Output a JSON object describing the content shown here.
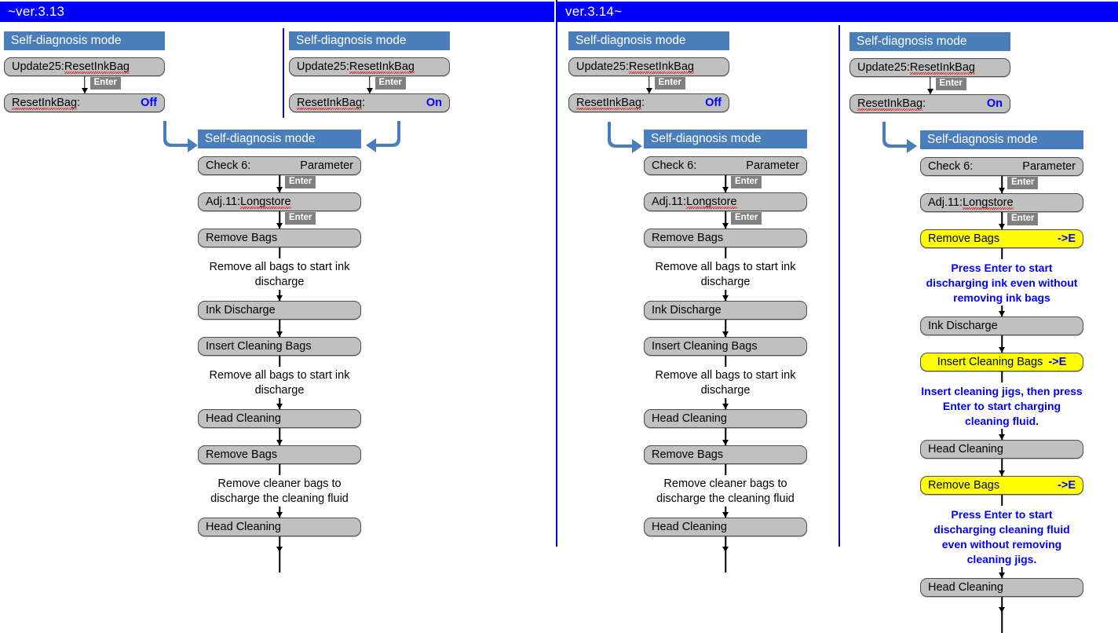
{
  "panels": [
    {
      "id": "left",
      "version_label": "~ver.3.13",
      "columns": [
        {
          "id": "left-off",
          "mode_title": "Self-diagnosis mode",
          "steps": [
            {
              "type": "lcd",
              "left": "Update25: ",
              "squiggle": "ResetInkBag",
              "right": ""
            },
            {
              "type": "conn",
              "enter": "Enter"
            },
            {
              "type": "lcd",
              "left_squiggle": "ResetInkBag",
              "left_tail": ":",
              "right": "Off"
            }
          ]
        },
        {
          "id": "left-on",
          "mode_title": "Self-diagnosis mode",
          "steps": [
            {
              "type": "lcd",
              "left": "Update25: ",
              "squiggle": "ResetInkBag",
              "right": ""
            },
            {
              "type": "conn",
              "enter": "Enter"
            },
            {
              "type": "lcd",
              "left_squiggle": "ResetInkBag",
              "left_tail": ":",
              "right": "On"
            }
          ]
        },
        {
          "id": "left-merged",
          "mode_title": "Self-diagnosis mode",
          "steps": [
            {
              "type": "lcd",
              "left": "Check  6:",
              "mid": "",
              "right_plain": "Parameter"
            },
            {
              "type": "conn",
              "enter": "Enter"
            },
            {
              "type": "lcd",
              "left": "Adj.11: ",
              "squiggle": "Longstore",
              "right": ""
            },
            {
              "type": "conn",
              "enter": "Enter"
            },
            {
              "type": "lcd",
              "left": "Remove Bags",
              "right": ""
            },
            {
              "type": "caption",
              "text": "Remove all bags to start ink discharge"
            },
            {
              "type": "lcd",
              "left": "Ink Discharge",
              "right": ""
            },
            {
              "type": "conn",
              "enter": ""
            },
            {
              "type": "lcd",
              "left": "Insert Cleaning Bags",
              "right": ""
            },
            {
              "type": "caption",
              "text": "Remove all bags to start ink discharge"
            },
            {
              "type": "lcd",
              "left": "Head Cleaning",
              "right": ""
            },
            {
              "type": "conn",
              "enter": ""
            },
            {
              "type": "lcd",
              "left": "Remove Bags",
              "right": ""
            },
            {
              "type": "caption",
              "text": "Remove cleaner bags to discharge the cleaning fluid"
            },
            {
              "type": "lcd",
              "left": "Head Cleaning",
              "right": ""
            },
            {
              "type": "conn-tail"
            }
          ]
        }
      ]
    },
    {
      "id": "right",
      "version_label": "ver.3.14~",
      "columns": [
        {
          "id": "right-off",
          "mode_title": "Self-diagnosis mode",
          "steps": [
            {
              "type": "lcd",
              "left": "Update25: ",
              "squiggle": "ResetInkBag",
              "right": ""
            },
            {
              "type": "conn",
              "enter": "Enter"
            },
            {
              "type": "lcd",
              "left_squiggle": "ResetInkBag",
              "left_tail": ":",
              "right": "Off"
            }
          ]
        },
        {
          "id": "right-off-flow",
          "mode_title": "Self-diagnosis mode",
          "steps": [
            {
              "type": "lcd",
              "left": "Check  6:",
              "right_plain": "Parameter"
            },
            {
              "type": "conn",
              "enter": "Enter"
            },
            {
              "type": "lcd",
              "left": "Adj.11: ",
              "squiggle": "Longstore",
              "right": ""
            },
            {
              "type": "conn",
              "enter": "Enter"
            },
            {
              "type": "lcd",
              "left": "Remove Bags",
              "right": ""
            },
            {
              "type": "caption",
              "text": "Remove all bags to start ink discharge"
            },
            {
              "type": "lcd",
              "left": "Ink Discharge",
              "right": ""
            },
            {
              "type": "conn",
              "enter": ""
            },
            {
              "type": "lcd",
              "left": "Insert Cleaning Bags",
              "right": ""
            },
            {
              "type": "caption",
              "text": "Remove all bags to start ink discharge"
            },
            {
              "type": "lcd",
              "left": "Head Cleaning",
              "right": ""
            },
            {
              "type": "conn",
              "enter": ""
            },
            {
              "type": "lcd",
              "left": "Remove Bags",
              "right": ""
            },
            {
              "type": "caption",
              "text": "Remove cleaner bags to discharge the cleaning fluid"
            },
            {
              "type": "lcd",
              "left": "Head Cleaning",
              "right": ""
            },
            {
              "type": "conn-tail"
            }
          ]
        },
        {
          "id": "right-on",
          "mode_title": "Self-diagnosis mode",
          "steps": [
            {
              "type": "lcd",
              "left": "Update25: ",
              "squiggle": "ResetInkBag",
              "right": ""
            },
            {
              "type": "conn",
              "enter": "Enter"
            },
            {
              "type": "lcd",
              "left_squiggle": "ResetInkBag",
              "left_tail": ":",
              "right": "On"
            }
          ]
        },
        {
          "id": "right-on-flow",
          "mode_title": "Self-diagnosis mode",
          "steps": [
            {
              "type": "lcd",
              "left": "Check  6:",
              "right_plain": "Parameter"
            },
            {
              "type": "conn",
              "enter": "Enter"
            },
            {
              "type": "lcd",
              "left": "Adj.11: ",
              "squiggle": "Longstore",
              "right": ""
            },
            {
              "type": "conn",
              "enter": "Enter"
            },
            {
              "type": "lcd",
              "highlight": true,
              "left": "Remove Bags",
              "right": "->E"
            },
            {
              "type": "caption",
              "blue": true,
              "text": "Press Enter to start discharging ink even without removing ink bags"
            },
            {
              "type": "lcd",
              "left": "Ink Discharge",
              "right": ""
            },
            {
              "type": "conn",
              "enter": ""
            },
            {
              "type": "lcd",
              "highlight": true,
              "center": true,
              "left": "Insert Cleaning Bags",
              "right": "->E"
            },
            {
              "type": "caption",
              "blue": true,
              "text": "Insert cleaning jigs, then press Enter to start charging cleaning fluid."
            },
            {
              "type": "lcd",
              "left": "Head Cleaning",
              "right": ""
            },
            {
              "type": "conn",
              "enter": ""
            },
            {
              "type": "lcd",
              "highlight": true,
              "left": "Remove Bags",
              "right": "->E"
            },
            {
              "type": "caption",
              "blue": true,
              "text": "Press Enter to start discharging cleaning fluid even without removing cleaning jigs."
            },
            {
              "type": "lcd",
              "left": "Head Cleaning",
              "right": ""
            },
            {
              "type": "conn-tail"
            }
          ]
        }
      ]
    }
  ],
  "text": {
    "ver313": "~ver.3.13",
    "ver314": "ver.3.14~",
    "mode": "Self-diagnosis mode",
    "enter": "Enter",
    "update25_prefix": "Update25: ",
    "resetinkbag": "ResetInkBag",
    "colon": ":",
    "off": "Off",
    "on": "On",
    "check6": "Check  6:",
    "parameter": "Parameter",
    "adj11_prefix": "Adj.11: ",
    "longstore": "Longstore",
    "remove_bags": "Remove Bags",
    "ink_discharge": "Ink Discharge",
    "insert_cleaning_bags": "Insert Cleaning Bags",
    "head_cleaning": "Head Cleaning",
    "arrow_e": "->E",
    "cap_remove_all": "Remove all bags to start ink discharge",
    "cap_remove_cleaner": "Remove cleaner bags to discharge the cleaning fluid",
    "cap_press_enter_ink": "Press Enter to start discharging ink even without removing ink bags",
    "cap_insert_jigs": "Insert cleaning jigs, then press Enter to start charging cleaning fluid.",
    "cap_press_enter_fluid": "Press Enter to start discharging cleaning fluid even without removing cleaning jigs."
  },
  "colors": {
    "version_bar": "#0000ff",
    "mode_bar": "#4a7ebb",
    "lcd_bg": "#c0c0c0",
    "lcd_highlight": "#ffff00",
    "lcd_border": "#4d4d4d",
    "enter_badge": "#808080",
    "accent_blue": "#0000ff",
    "elbow_arrow": "#4a7ebb",
    "divider": "#0000cc"
  }
}
